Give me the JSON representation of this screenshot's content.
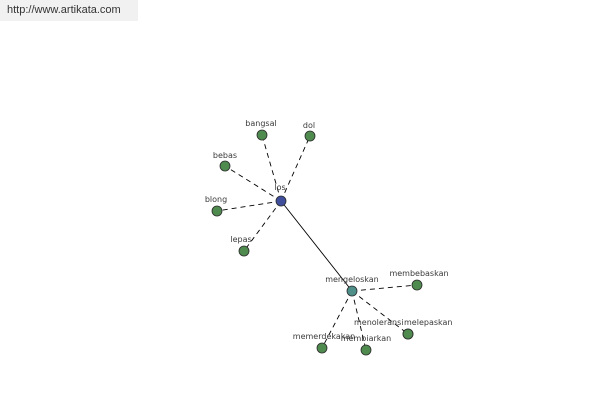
{
  "source": {
    "url": "http://www.artikata.com"
  },
  "colors": {
    "hub": "#3f4f9c",
    "secondary_hub": "#4f8f8a",
    "leaf": "#4f8a4f",
    "edge": "#000000",
    "node_stroke": "#2a2a2a"
  },
  "graph": {
    "nodes": [
      {
        "id": "los",
        "label": "los",
        "kind": "hub"
      },
      {
        "id": "bangsal",
        "label": "bangsal",
        "kind": "leaf"
      },
      {
        "id": "dol",
        "label": "dol",
        "kind": "leaf"
      },
      {
        "id": "bebas",
        "label": "bebas",
        "kind": "leaf"
      },
      {
        "id": "blong",
        "label": "blong",
        "kind": "leaf"
      },
      {
        "id": "lepas",
        "label": "lepas",
        "kind": "leaf"
      },
      {
        "id": "mengeloskan",
        "label": "mengeloskan",
        "kind": "secondary_hub"
      },
      {
        "id": "membebaskan",
        "label": "membebaskan",
        "kind": "leaf"
      },
      {
        "id": "memerdekakan",
        "label": "memerdekakan",
        "kind": "leaf"
      },
      {
        "id": "membiarkan",
        "label": "membiarkan",
        "kind": "leaf"
      },
      {
        "id": "menoleransi",
        "label": "menoleransi",
        "kind": "leaf"
      },
      {
        "id": "melepaskan",
        "label": "melepaskan",
        "kind": "leaf"
      }
    ],
    "edges": [
      {
        "from": "los",
        "to": "bangsal",
        "style": "dashed"
      },
      {
        "from": "los",
        "to": "dol",
        "style": "dashed"
      },
      {
        "from": "los",
        "to": "bebas",
        "style": "dashed"
      },
      {
        "from": "los",
        "to": "blong",
        "style": "dashed"
      },
      {
        "from": "los",
        "to": "lepas",
        "style": "dashed"
      },
      {
        "from": "los",
        "to": "mengeloskan",
        "style": "solid"
      },
      {
        "from": "mengeloskan",
        "to": "membebaskan",
        "style": "dashed"
      },
      {
        "from": "mengeloskan",
        "to": "memerdekakan",
        "style": "dashed"
      },
      {
        "from": "mengeloskan",
        "to": "membiarkan",
        "style": "dashed"
      },
      {
        "from": "mengeloskan",
        "to": "menoleransi",
        "style": "dashed"
      }
    ]
  }
}
